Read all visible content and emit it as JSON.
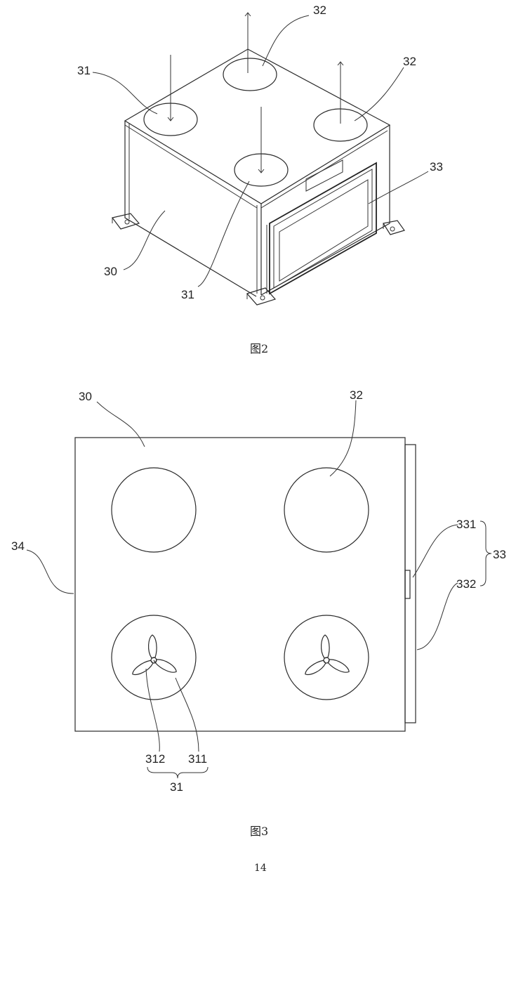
{
  "figure2": {
    "caption": "图2",
    "labels": {
      "unit": "30",
      "inlet_left": "31",
      "inlet_front": "31",
      "outlet_back": "32",
      "outlet_right": "32",
      "panel": "33"
    }
  },
  "figure3": {
    "caption": "图3",
    "labels": {
      "unit": "30",
      "outlet": "32",
      "side": "34",
      "panel_part_a": "331",
      "panel_part_b": "332",
      "panel_group": "33",
      "fan_blade": "312",
      "fan_housing": "311",
      "fan_group": "31"
    }
  },
  "page_number": "14"
}
